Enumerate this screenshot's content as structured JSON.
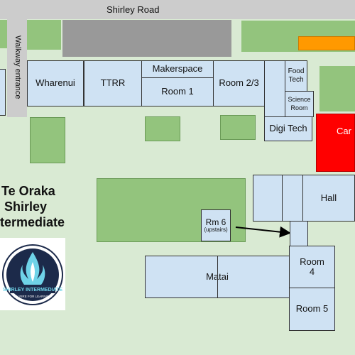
{
  "roads": {
    "top": "Shirley Road",
    "side": "Walkway entrance"
  },
  "school": {
    "name_line1": "Te Oraka",
    "name_line2": "Shirley",
    "name_line3": "termediate",
    "logo_text": "SHIRLEY INTERMEDIATE",
    "logo_motto": "ON FIRE FOR LEARNING"
  },
  "rooms": {
    "wharenui": "Wharenui",
    "ttrr": "TTRR",
    "makerspace": "Makerspace",
    "room1": "Room 1",
    "room23": "Room 2/3",
    "food_tech_1": "Food",
    "food_tech_2": "Tech",
    "science_1": "Science",
    "science_2": "Room",
    "digi_tech": "Digi Tech",
    "car": "Car",
    "hall": "Hall",
    "rm6": "Rm 6",
    "rm6_note": "(upstairs)",
    "matai": "Matai",
    "room4_1": "Room",
    "room4_2": "4",
    "room5": "Room 5"
  },
  "colors": {
    "grass": "#d9ead3",
    "field": "#93c47d",
    "building": "#cfe2f3",
    "road": "#cccccc",
    "car_park": "#ff0000",
    "orange": "#ff9900"
  }
}
